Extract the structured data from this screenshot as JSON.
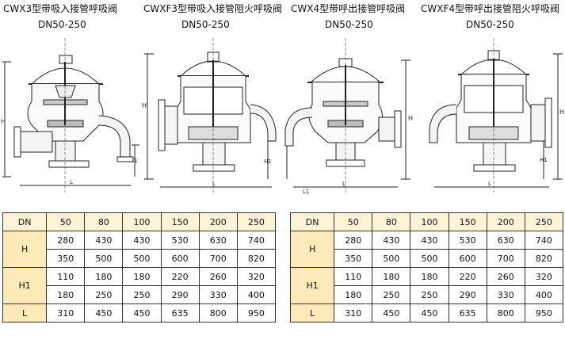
{
  "diagrams": [
    {
      "title": "CWX3型带吸入接管呼吸阀",
      "range": "DN50-250"
    },
    {
      "title": "CWXF3型带吸入接管阻火呼吸阀",
      "range": "DN50-250"
    },
    {
      "title": "CWX4型带呼出接管呼吸阀",
      "range": "DN50-250"
    },
    {
      "title": "CWXF4型带呼出接管阻火呼吸阀",
      "range": "DN50-250"
    }
  ],
  "dim_labels": {
    "h": "H",
    "h1": "H1",
    "l": "L",
    "l1": "L1"
  },
  "table": {
    "header_label": "DN",
    "dn": [
      "50",
      "80",
      "100",
      "150",
      "200",
      "250"
    ],
    "h_label": "H",
    "h_rows": [
      [
        "280",
        "430",
        "430",
        "530",
        "630",
        "740"
      ],
      [
        "350",
        "500",
        "500",
        "600",
        "700",
        "820"
      ]
    ],
    "h1_label": "H1",
    "h1_rows": [
      [
        "110",
        "180",
        "180",
        "220",
        "260",
        "320"
      ],
      [
        "180",
        "250",
        "250",
        "290",
        "330",
        "400"
      ]
    ],
    "l_label": "L",
    "l_row": [
      "310",
      "450",
      "450",
      "635",
      "800",
      "950"
    ]
  },
  "colors": {
    "table_header_bg": "#fdf3d6",
    "table_label_bg": "#fdeab8",
    "line": "#222222"
  }
}
